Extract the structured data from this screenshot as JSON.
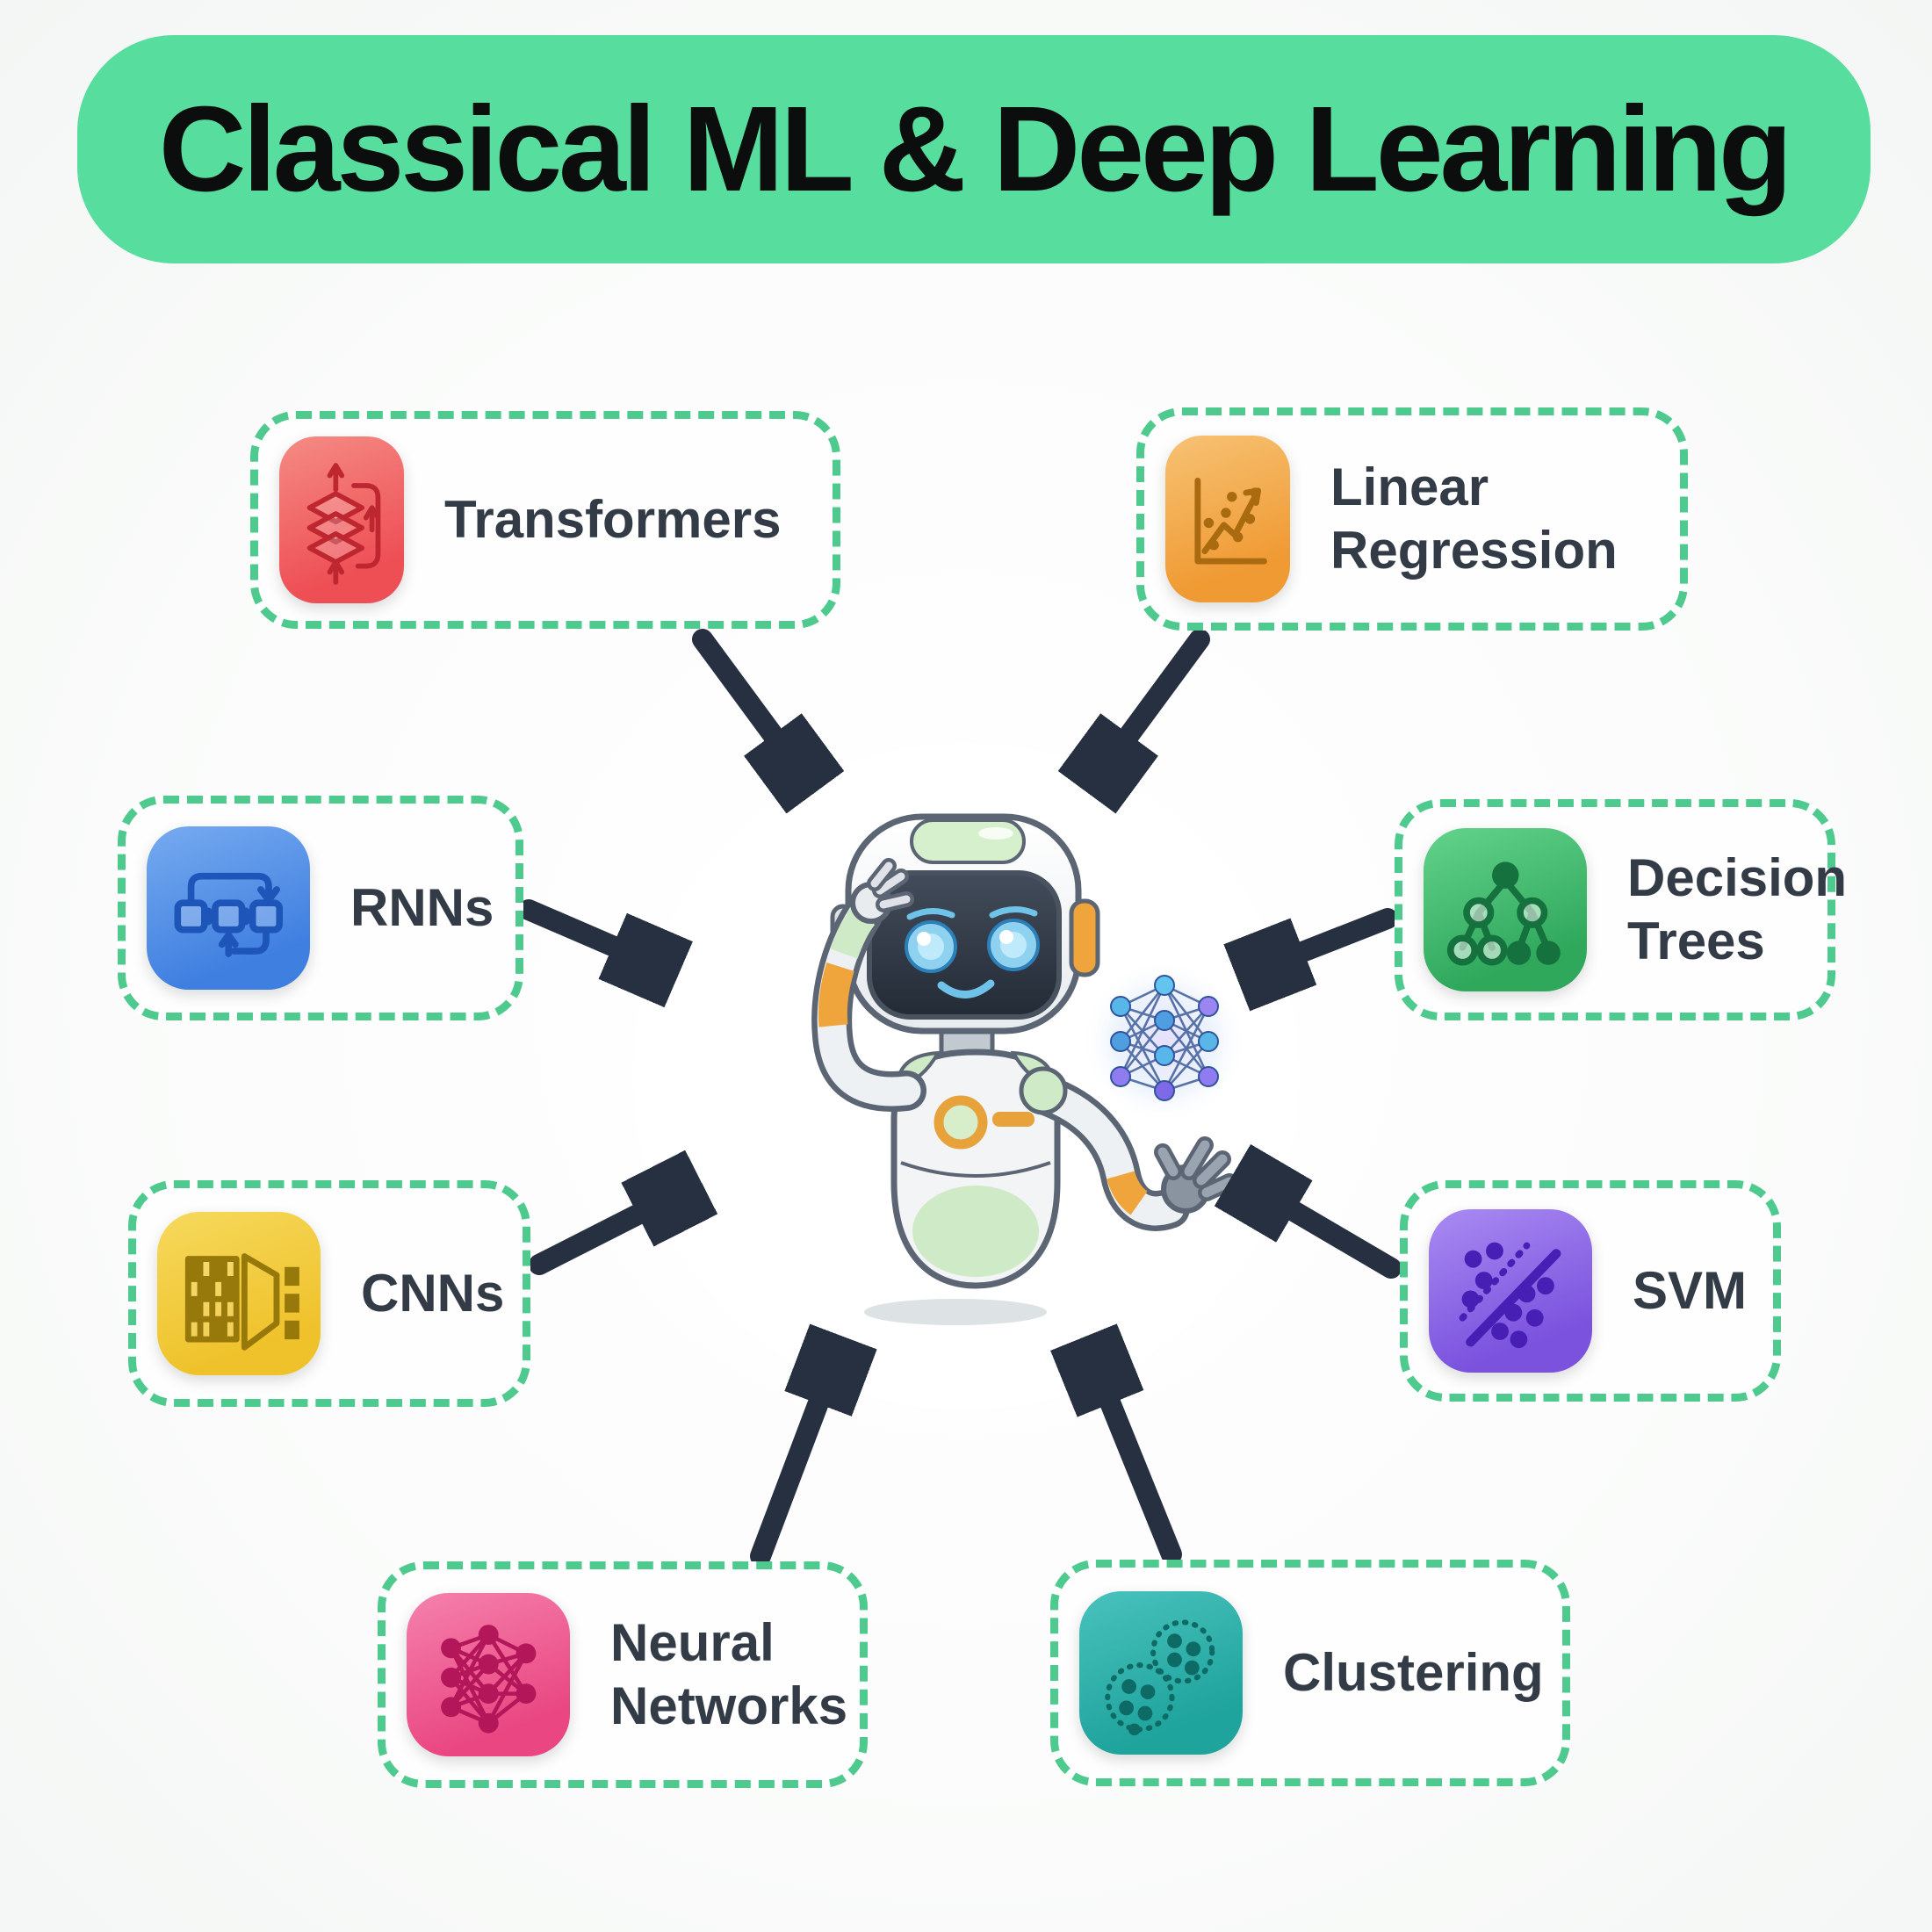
{
  "title": {
    "text": "Classical ML & Deep Learning"
  },
  "colors": {
    "banner_green": "#57DD9E",
    "dashed_border_green": "#4FCA8E",
    "arrow_dark": "#273040",
    "label_dark": "#333B47",
    "background": "#F6F8F6",
    "card_background": "#FDFEFD",
    "center_glow": "#DFF2E5"
  },
  "cards": [
    {
      "id": "transformers",
      "label": "Transformers",
      "icon": "layers-stack-icon",
      "tile_colors": [
        "#F58B84",
        "#EE4F55"
      ],
      "glyph_color": "#BE2730"
    },
    {
      "id": "linear-regression",
      "label": "Linear Regression",
      "icon": "scatter-trend-icon",
      "tile_colors": [
        "#F7C274",
        "#F09A33"
      ],
      "glyph_color": "#A96A10"
    },
    {
      "id": "rnns",
      "label": "RNNs",
      "icon": "recurrent-loop-icon",
      "tile_colors": [
        "#77ABF0",
        "#3F7FE0"
      ],
      "glyph_color": "#1D56B8"
    },
    {
      "id": "decision-trees",
      "label": "Decision Trees",
      "icon": "tree-nodes-icon",
      "tile_colors": [
        "#63D38B",
        "#2FA85C"
      ],
      "glyph_color": "#15713D"
    },
    {
      "id": "cnns",
      "label": "CNNs",
      "icon": "conv-grid-funnel-icon",
      "tile_colors": [
        "#F6D95C",
        "#EFC22B"
      ],
      "glyph_color": "#97790B"
    },
    {
      "id": "svm",
      "label": "SVM",
      "icon": "margin-separator-icon",
      "tile_colors": [
        "#A98BF2",
        "#7A52DE"
      ],
      "glyph_color": "#471FB5"
    },
    {
      "id": "neural-networks",
      "label": "Neural Networks",
      "icon": "network-graph-icon",
      "tile_colors": [
        "#F581AC",
        "#EA4782"
      ],
      "glyph_color": "#B3175A"
    },
    {
      "id": "clustering",
      "label": "Clustering",
      "icon": "cluster-dots-icon",
      "tile_colors": [
        "#49C2BC",
        "#1FA39D"
      ],
      "glyph_color": "#0E6A65"
    }
  ],
  "center": {
    "mascot": "robot-mascot",
    "held_object": "neural-network-hologram"
  }
}
